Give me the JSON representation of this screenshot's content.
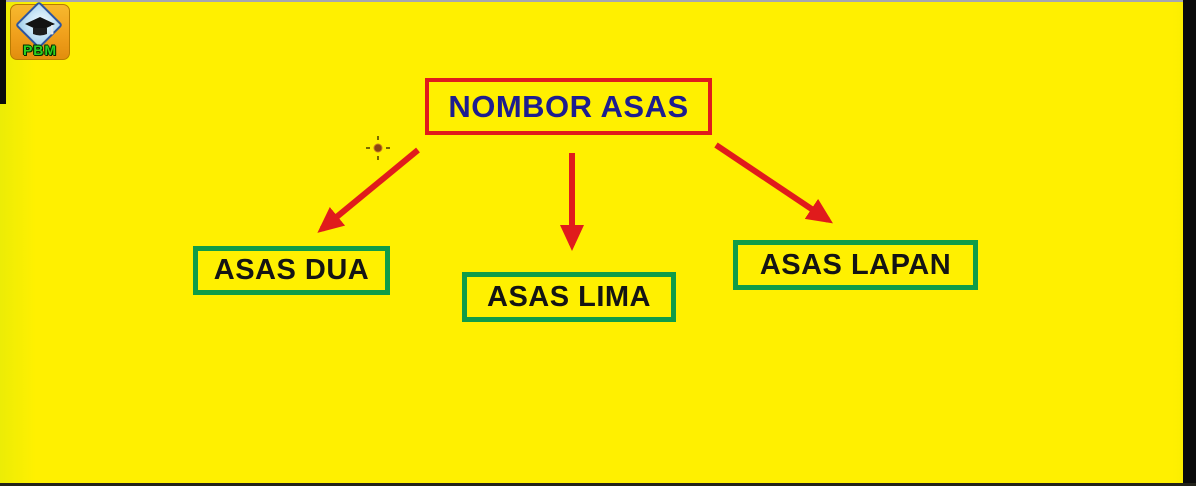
{
  "colors": {
    "background": "#FFF000",
    "arrow_red": "#E01B1C",
    "title_border_red": "#E01B1C",
    "title_text_blue": "#1D1D8F",
    "box_border_green": "#109C48",
    "box_text_black": "#141414",
    "logo_orange": "#F0A01C",
    "logo_pbm_green": "#2BD11E"
  },
  "logo": {
    "label": "PBM",
    "icon": "graduation-cap-icon"
  },
  "diagram": {
    "title": {
      "label": "NOMBOR ASAS"
    },
    "nodes": [
      {
        "label": "ASAS DUA"
      },
      {
        "label": "ASAS LIMA"
      },
      {
        "label": "ASAS LAPAN"
      }
    ]
  }
}
